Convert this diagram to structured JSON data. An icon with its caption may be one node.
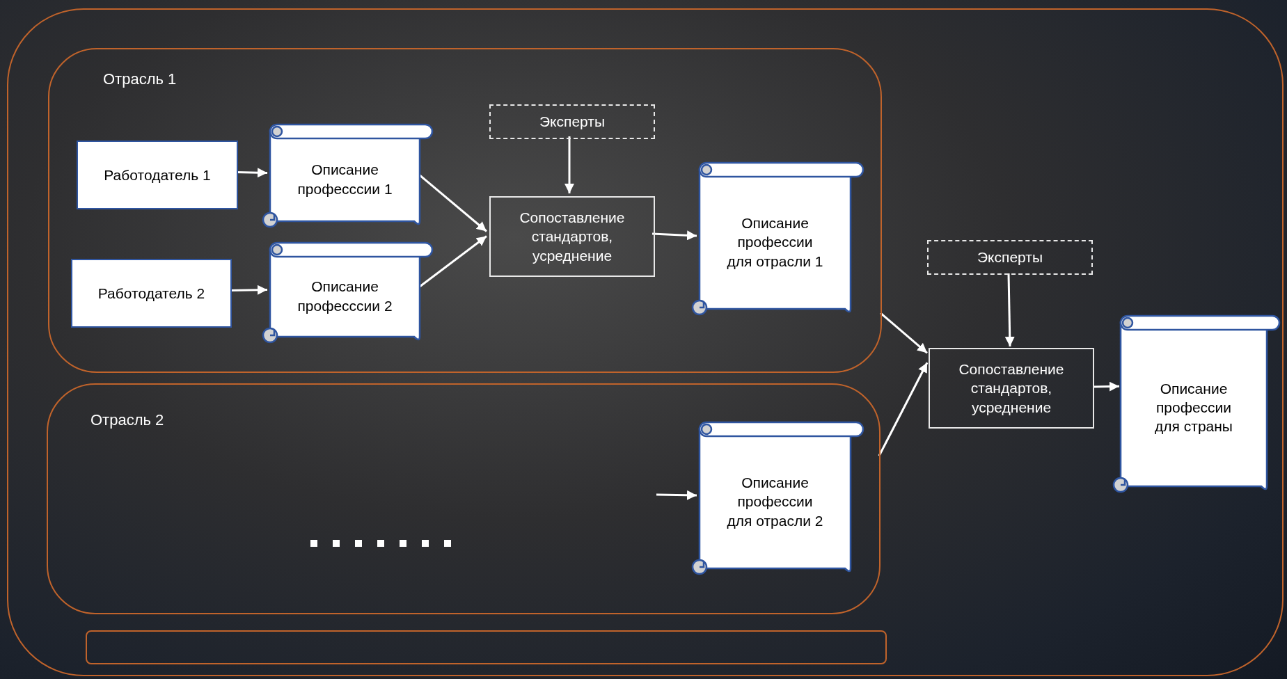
{
  "diagram": {
    "nodes": [
      {
        "text": [],
        "shape": "box"
      },
      {
        "text": [
          "Отрасль 1"
        ],
        "in": 0
      },
      {
        "text": [
          "Работодатель 1"
        ],
        "in": 1
      },
      {
        "text": [
          "Описание професссии 1"
        ],
        "in": 1
      },
      {
        "text": [
          "Работодатель 2"
        ],
        "in": 1
      },
      {
        "text": [
          "Описание професссии 2"
        ],
        "in": 1
      },
      {
        "text": [
          "Эксперты"
        ],
        "in": 1
      },
      {
        "text": [
          "Сопоставление стандартов, усреднение"
        ],
        "in": 1
      },
      {
        "text": [
          "Описание профессии для отрасли 1"
        ],
        "in": 1
      },
      {
        "text": [
          "Отрасль 2"
        ],
        "in": 0
      },
      {
        "text": [
          "Описание профессии для отрасли 2"
        ],
        "in": 9
      },
      {
        "text": [
          "Эксперты"
        ],
        "in": 0
      },
      {
        "text": [
          "Сопоставление стандартов, усреднение"
        ],
        "in": 0
      },
      {
        "text": [
          "Описание профессии для страны"
        ],
        "in": 0
      },
      {
        "text": [],
        "shape": "box",
        "in": 0
      }
    ],
    "edges": [
      {
        "from": 2,
        "to": 3,
        "arrow": "to"
      },
      {
        "from": 4,
        "to": 5,
        "arrow": "to"
      },
      {
        "from": 3,
        "to": 7,
        "arrow": "to"
      },
      {
        "from": 5,
        "to": 7,
        "arrow": "to"
      },
      {
        "from": 6,
        "to": 7,
        "arrow": "to"
      },
      {
        "from": 7,
        "to": 8,
        "arrow": "to"
      },
      {
        "from": null,
        "to": 10,
        "arrow": "to"
      },
      {
        "from": 1,
        "to": 12,
        "arrow": "to"
      },
      {
        "from": 9,
        "to": 12,
        "arrow": "to"
      },
      {
        "from": 11,
        "to": 12,
        "arrow": "to"
      },
      {
        "from": 12,
        "to": 13,
        "arrow": "to"
      }
    ]
  }
}
